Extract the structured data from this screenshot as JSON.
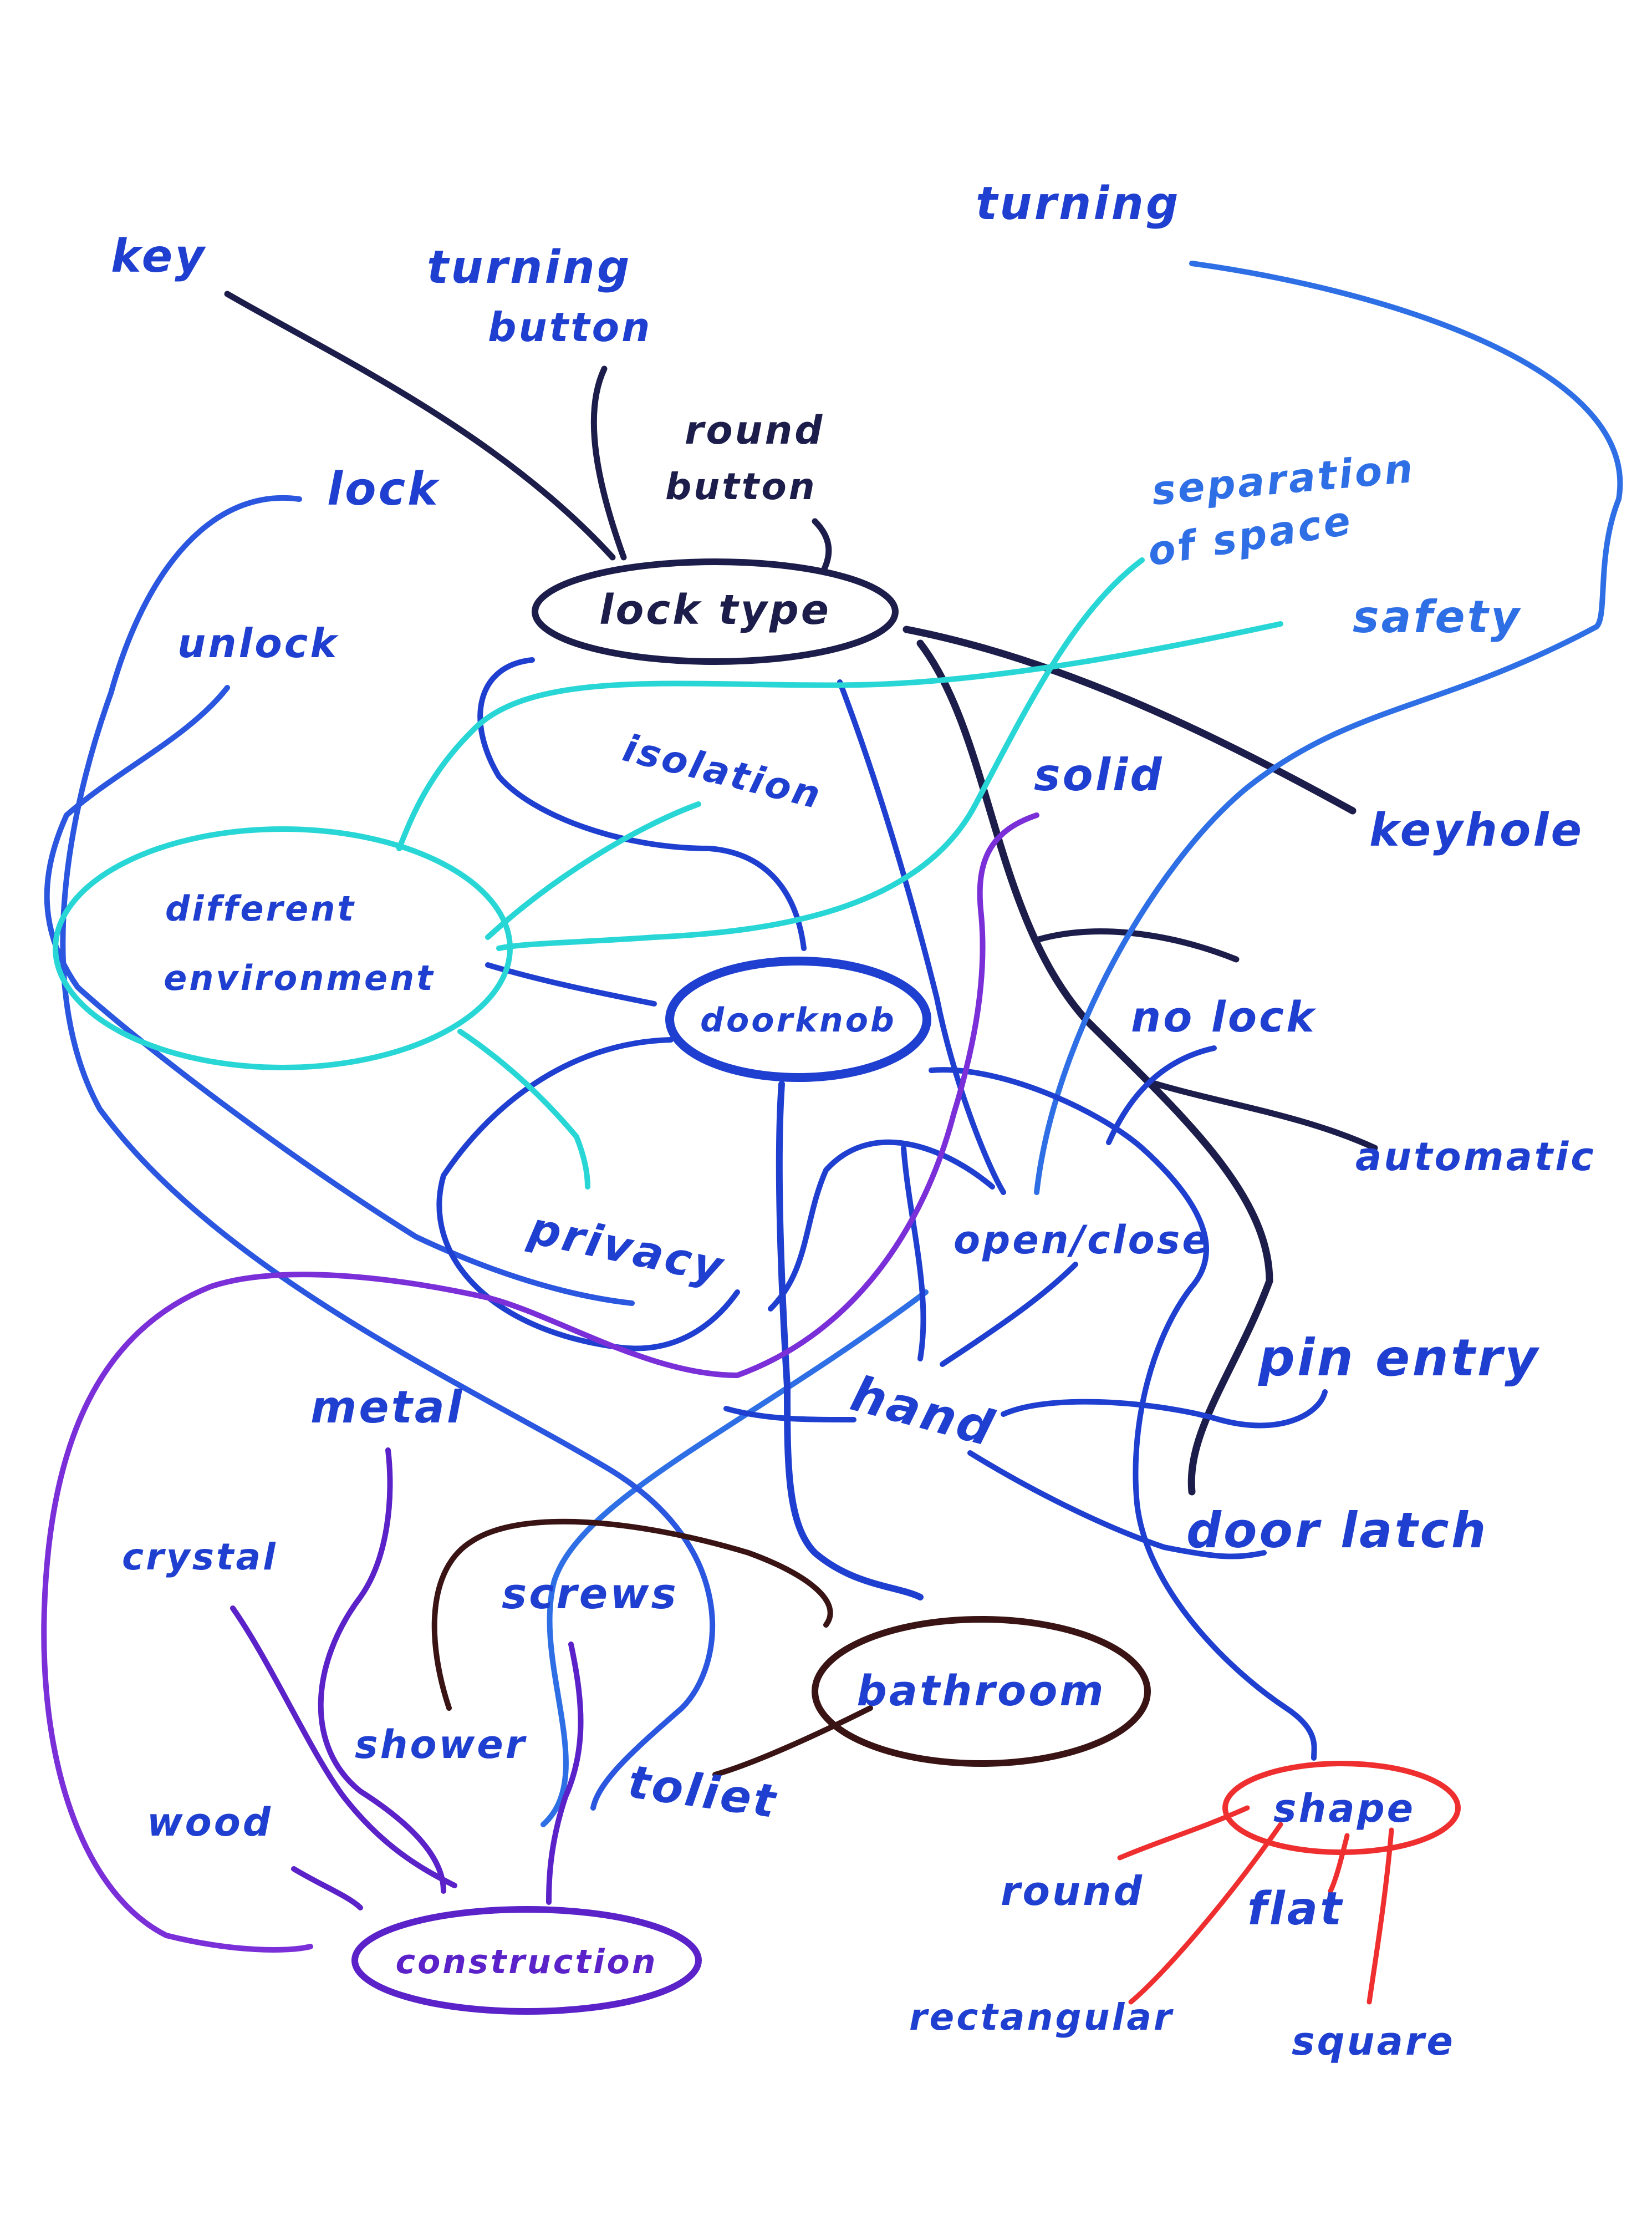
{
  "colors": {
    "paper": "#ffffff",
    "dark_navy": "#1c1d4a",
    "blue": "#1f3fd0",
    "mid_blue": "#2a56e0",
    "light_blue": "#2f6fe6",
    "cyan": "#28d6d6",
    "purple": "#5a22c8",
    "violet": "#7a2fd8",
    "brown": "#3a1414",
    "red": "#ef2f2f"
  },
  "hub_nodes": {
    "lock_type": "lock type",
    "doorknob": "doorknob",
    "different_environment": "different environment",
    "bathroom": "bathroom",
    "construction": "construction",
    "shape": "shape"
  },
  "labels": {
    "key": "key",
    "turning_button": "turning button",
    "round_button": "round button",
    "turning": "turning",
    "lock": "lock",
    "unlock": "unlock",
    "separation_of_space": "separation of space",
    "safety": "safety",
    "isolation": "isolation",
    "solid": "solid",
    "keyhole": "keyhole",
    "no_lock": "no lock",
    "automatic": "automatic",
    "privacy": "privacy",
    "open_close": "open/close",
    "pin_entry": "pin entry",
    "hand": "hand",
    "metal": "metal",
    "door_latch": "door latch",
    "crystal": "crystal",
    "screws": "screws",
    "shower": "shower",
    "toliet": "toliet",
    "wood": "wood",
    "round": "round",
    "flat": "flat",
    "rectangular": "rectangular",
    "square": "square"
  }
}
